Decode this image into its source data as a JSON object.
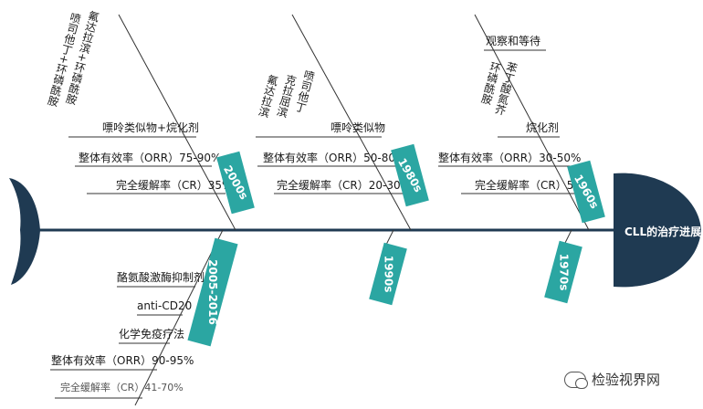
{
  "title": "CLL的治疗进展",
  "colors": {
    "spine": "#1f3a52",
    "era_box": "#2ba6a2",
    "bone_line": "#333333"
  },
  "eras": {
    "e1960s": "1960s",
    "e1970s": "1970s",
    "e1980s": "1980s",
    "e1990s": "1990s",
    "e2000s": "2000s",
    "e2005": "2005-2016"
  },
  "branch_1960s": {
    "top_item": "观察和等待",
    "drug_a": "苯丁酸氮芥",
    "drug_b": "环磷酰胺",
    "therapy": "烷化剂",
    "orr": "整体有效率（ORR）30-50%",
    "cr": "完全缓解率（CR）5%"
  },
  "branch_1980s": {
    "drug_a": "喷司他丁",
    "drug_b": "克拉屈滨",
    "drug_c": "氟达拉滨",
    "therapy": "嘌呤类似物",
    "orr": "整体有效率（ORR）50-80%",
    "cr": "完全缓解率（CR）20-30%"
  },
  "branch_2000s": {
    "drug_a": "氟达拉滨+环磷酰胺",
    "drug_b": "喷司他丁+环磷酰胺",
    "therapy": "嘌呤类似物+烷化剂",
    "orr": "整体有效率（ORR）75-90%",
    "cr": "完全缓解率（CR）35%"
  },
  "branch_2005": {
    "item1": "酪氨酸激酶抑制剂",
    "item2": "anti-CD20",
    "item3": "化学免疫疗法",
    "orr": "整体有效率（ORR）90-95%",
    "cr": "完全缓解率（CR）41-70%"
  },
  "watermark": "检验视界网"
}
